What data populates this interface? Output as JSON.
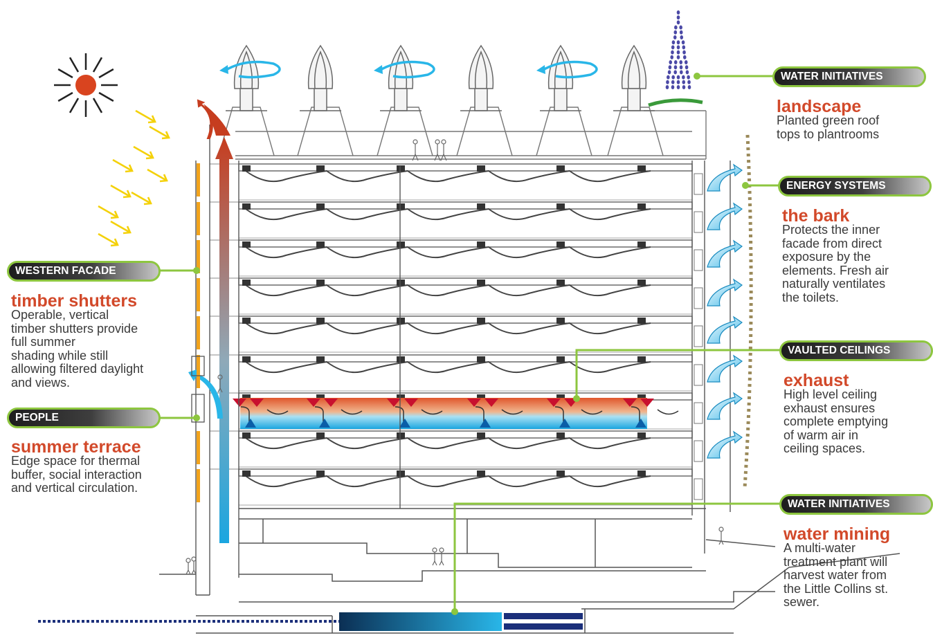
{
  "callouts": {
    "water_roof": {
      "tag": "WATER INITIATIVES",
      "title": "landscape",
      "text": "Planted green roof\ntops to plantrooms"
    },
    "energy": {
      "tag": "ENERGY SYSTEMS",
      "title": "the bark",
      "text": "Protects the inner\nfacade from direct\nexposure by the\nelements. Fresh air\nnaturally ventilates\nthe toilets."
    },
    "western": {
      "tag": "WESTERN FACADE",
      "title": "timber shutters",
      "text": "Operable, vertical\ntimber shutters provide\nfull summer\nshading while still\nallowing filtered daylight\nand views."
    },
    "vaulted": {
      "tag": "VAULTED CEILINGS",
      "title": "exhaust",
      "text": "High level ceiling\nexhaust ensures\ncomplete emptying\nof warm air in\nceiling spaces."
    },
    "people": {
      "tag": "PEOPLE",
      "title": "summer terrace",
      "text": "Edge space for thermal\nbuffer, social interaction\nand vertical circulation."
    },
    "water_mining": {
      "tag": "WATER INITIATIVES",
      "title": "water mining",
      "text": "A multi-water\ntreatment plant will\nharvest water from\nthe Little Collins st.\nsewer."
    }
  },
  "colors": {
    "accent_green": "#8dc63f",
    "heading_red": "#d2492a",
    "sun": "#d9441f",
    "sun_rays": "#f4d10a",
    "cool_blue": "#29b6e8",
    "shutter_orange": "#f2a31b",
    "water_navy": "#1b2f7a"
  }
}
